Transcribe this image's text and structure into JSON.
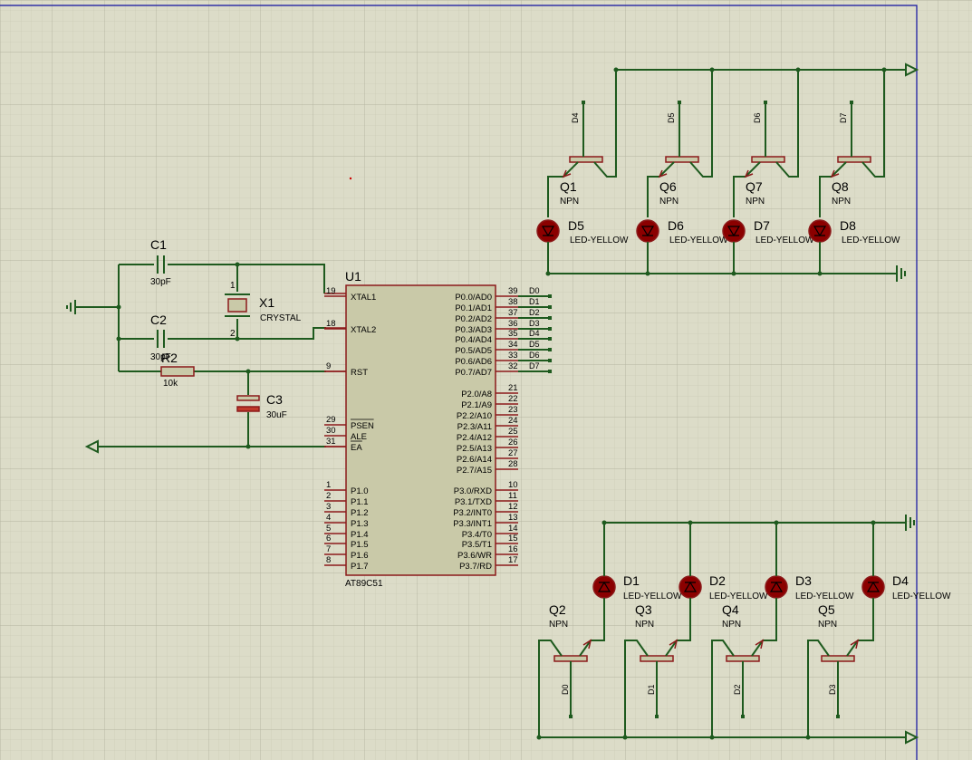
{
  "colors": {
    "background": "#dcdcc8",
    "grid_minor": "#c6c6b0",
    "grid_major": "#b4b4a0",
    "wire": "#1e5a1e",
    "component": "#8b1a1a",
    "chip_fill": "#c9c9a8",
    "led_fill": "#8b0000",
    "border": "#1010a0"
  },
  "mcu": {
    "ref": "U1",
    "part": "AT89C51",
    "left_pins": [
      {
        "num": "19",
        "name": "XTAL1"
      },
      {
        "num": "18",
        "name": "XTAL2"
      },
      {
        "num": "9",
        "name": "RST"
      },
      {
        "num": "29",
        "name": "PSEN"
      },
      {
        "num": "30",
        "name": "ALE"
      },
      {
        "num": "31",
        "name": "EA"
      },
      {
        "num": "1",
        "name": "P1.0"
      },
      {
        "num": "2",
        "name": "P1.1"
      },
      {
        "num": "3",
        "name": "P1.2"
      },
      {
        "num": "4",
        "name": "P1.3"
      },
      {
        "num": "5",
        "name": "P1.4"
      },
      {
        "num": "6",
        "name": "P1.5"
      },
      {
        "num": "7",
        "name": "P1.6"
      },
      {
        "num": "8",
        "name": "P1.7"
      }
    ],
    "right_pins": [
      {
        "num": "39",
        "name": "P0.0/AD0",
        "net": "D0"
      },
      {
        "num": "38",
        "name": "P0.1/AD1",
        "net": "D1"
      },
      {
        "num": "37",
        "name": "P0.2/AD2",
        "net": "D2"
      },
      {
        "num": "36",
        "name": "P0.3/AD3",
        "net": "D3"
      },
      {
        "num": "35",
        "name": "P0.4/AD4",
        "net": "D4"
      },
      {
        "num": "34",
        "name": "P0.5/AD5",
        "net": "D5"
      },
      {
        "num": "33",
        "name": "P0.6/AD6",
        "net": "D6"
      },
      {
        "num": "32",
        "name": "P0.7/AD7",
        "net": "D7"
      },
      {
        "num": "21",
        "name": "P2.0/A8"
      },
      {
        "num": "22",
        "name": "P2.1/A9"
      },
      {
        "num": "23",
        "name": "P2.2/A10"
      },
      {
        "num": "24",
        "name": "P2.3/A11"
      },
      {
        "num": "25",
        "name": "P2.4/A12"
      },
      {
        "num": "26",
        "name": "P2.5/A13"
      },
      {
        "num": "27",
        "name": "P2.6/A14"
      },
      {
        "num": "28",
        "name": "P2.7/A15"
      },
      {
        "num": "10",
        "name": "P3.0/RXD"
      },
      {
        "num": "11",
        "name": "P3.1/TXD"
      },
      {
        "num": "12",
        "name": "P3.2/INT0"
      },
      {
        "num": "13",
        "name": "P3.3/INT1"
      },
      {
        "num": "14",
        "name": "P3.4/T0"
      },
      {
        "num": "15",
        "name": "P3.5/T1"
      },
      {
        "num": "16",
        "name": "P3.6/WR"
      },
      {
        "num": "17",
        "name": "P3.7/RD"
      }
    ]
  },
  "passives": {
    "c1": {
      "ref": "C1",
      "value": "30pF"
    },
    "c2": {
      "ref": "C2",
      "value": "30pF"
    },
    "c3": {
      "ref": "C3",
      "value": "30uF"
    },
    "r2": {
      "ref": "R2",
      "value": "10k"
    },
    "x1": {
      "ref": "X1",
      "value": "CRYSTAL",
      "pin1": "1",
      "pin2": "2"
    }
  },
  "top_bank": {
    "transistors": [
      {
        "ref": "Q1",
        "type": "NPN",
        "net": "D4"
      },
      {
        "ref": "Q6",
        "type": "NPN",
        "net": "D5"
      },
      {
        "ref": "Q7",
        "type": "NPN",
        "net": "D6"
      },
      {
        "ref": "Q8",
        "type": "NPN",
        "net": "D7"
      }
    ],
    "leds": [
      {
        "ref": "D5",
        "value": "LED-YELLOW"
      },
      {
        "ref": "D6",
        "value": "LED-YELLOW"
      },
      {
        "ref": "D7",
        "value": "LED-YELLOW"
      },
      {
        "ref": "D8",
        "value": "LED-YELLOW"
      }
    ]
  },
  "bottom_bank": {
    "transistors": [
      {
        "ref": "Q2",
        "type": "NPN",
        "net": "D0"
      },
      {
        "ref": "Q3",
        "type": "NPN",
        "net": "D1"
      },
      {
        "ref": "Q4",
        "type": "NPN",
        "net": "D2"
      },
      {
        "ref": "Q5",
        "type": "NPN",
        "net": "D3"
      }
    ],
    "leds": [
      {
        "ref": "D1",
        "value": "LED-YELLOW"
      },
      {
        "ref": "D2",
        "value": "LED-YELLOW"
      },
      {
        "ref": "D3",
        "value": "LED-YELLOW"
      },
      {
        "ref": "D4",
        "value": "LED-YELLOW"
      }
    ]
  }
}
